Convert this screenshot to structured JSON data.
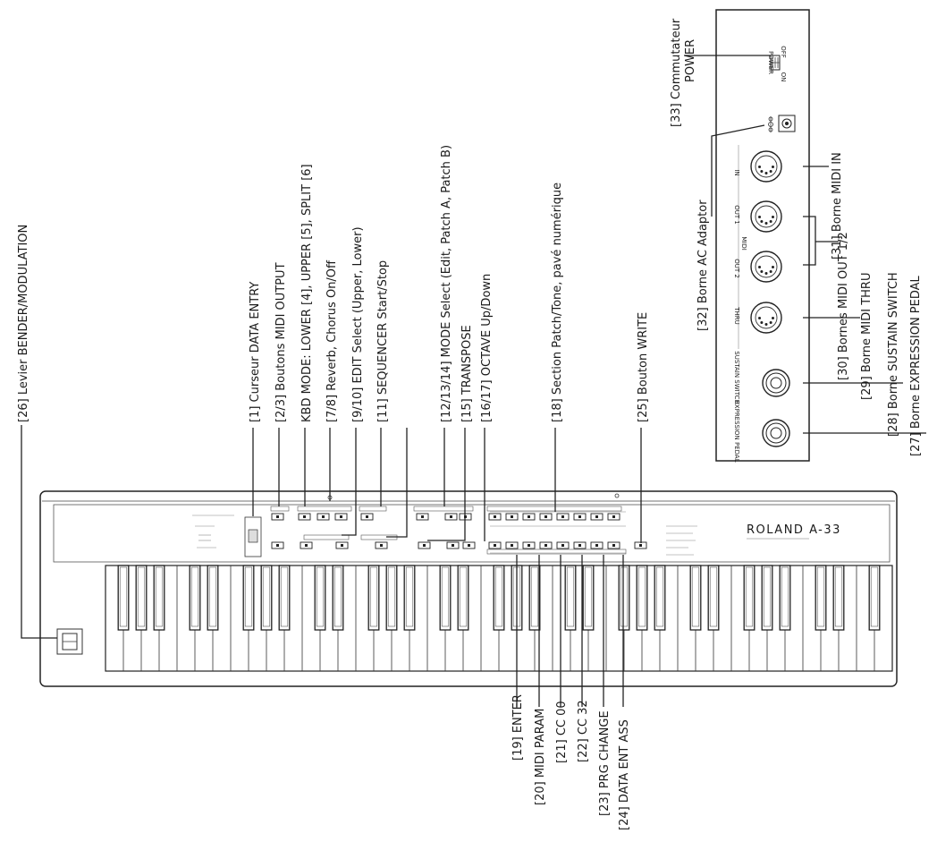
{
  "callouts_top": [
    {
      "id": "c26",
      "text": "[26] Levier BENDER/MODULATION"
    },
    {
      "id": "c1",
      "text": "[1] Curseur DATA ENTRY"
    },
    {
      "id": "c2_3",
      "text": "[2/3] Boutons MIDI OUTPUT"
    },
    {
      "id": "c4_6",
      "text": "KBD MODE: LOWER [4], UPPER [5], SPLIT [6]"
    },
    {
      "id": "c7_8",
      "text": "[7/8] Reverb, Chorus On/Off"
    },
    {
      "id": "c9_10",
      "text": "[9/10] EDIT Select (Upper, Lower)"
    },
    {
      "id": "c11",
      "text": "[11] SEQUENCER Start/Stop"
    },
    {
      "id": "c12_14",
      "text": "[12/13/14] MODE Select (Edit, Patch A, Patch B)"
    },
    {
      "id": "c15",
      "text": "[15] TRANSPOSE"
    },
    {
      "id": "c16_17",
      "text": "[16/17] OCTAVE Up/Down"
    },
    {
      "id": "c18",
      "text": "[18] Section Patch/Tone, pavé numérique"
    },
    {
      "id": "c25",
      "text": "[25] Bouton WRITE"
    }
  ],
  "callouts_bottom": [
    {
      "id": "c19",
      "text": "[19] ENTER"
    },
    {
      "id": "c20",
      "text": "[20] MIDI PARAM"
    },
    {
      "id": "c21",
      "text": "[21] CC 00"
    },
    {
      "id": "c22",
      "text": "[22] CC 32"
    },
    {
      "id": "c23",
      "text": "[23] PRG CHANGE"
    },
    {
      "id": "c24",
      "text": "[24] DATA ENT ASS"
    }
  ],
  "callouts_rear": [
    {
      "id": "c33",
      "line1": "[33] Commutateur",
      "line2": "POWER"
    },
    {
      "id": "c32",
      "text": "[32] Borne AC Adaptor"
    },
    {
      "id": "c31",
      "text": "[31] Borne MIDI IN"
    },
    {
      "id": "c30",
      "text": "[30] Bornes MIDI OUT 1/2"
    },
    {
      "id": "c29",
      "text": "[29] Borne MIDI THRU"
    },
    {
      "id": "c28",
      "text": "[28] Borne SUSTAIN SWITCH"
    },
    {
      "id": "c27",
      "text": "[27] Borne EXPRESSION PEDAL"
    }
  ],
  "rear_panel": {
    "power": "POWER",
    "on": "ON",
    "off": "OFF",
    "in": "IN",
    "out1": "OUT 1",
    "midi": "MIDI",
    "out2": "OUT 2",
    "thru": "THRU",
    "sustain": "SUSTAIN SWITCH",
    "expression": "EXPRESSION PEDAL"
  },
  "keyboard": {
    "brand": "ROLAND  A-33",
    "white_keys": 44
  }
}
